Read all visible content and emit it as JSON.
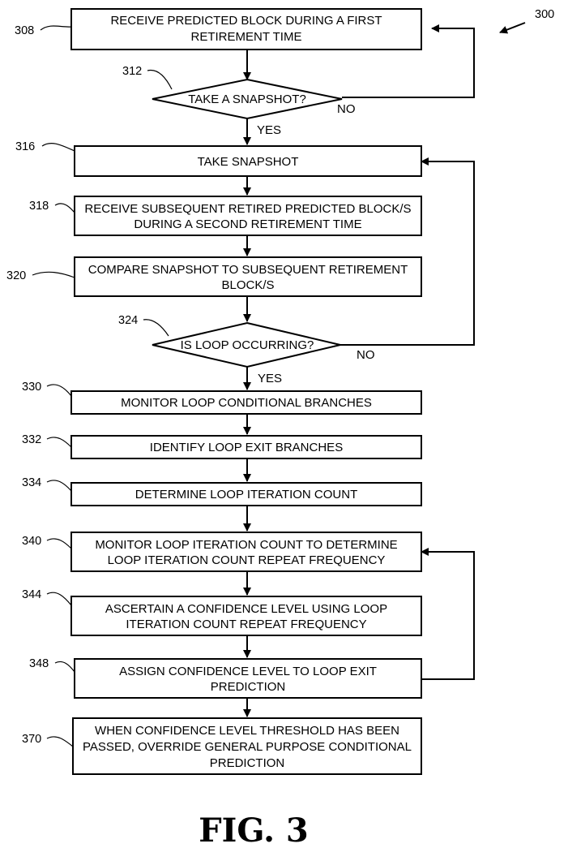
{
  "figure": {
    "id": "300",
    "caption": "FIG. 3"
  },
  "steps": [
    {
      "ref": "308",
      "lines": [
        "RECEIVE PREDICTED BLOCK DURING A FIRST",
        "RETIREMENT TIME"
      ]
    },
    {
      "ref": "312",
      "lines": [
        "TAKE A SNAPSHOT?"
      ],
      "decision": true,
      "no_label": "NO",
      "yes_label": "YES"
    },
    {
      "ref": "316",
      "lines": [
        "TAKE SNAPSHOT"
      ]
    },
    {
      "ref": "318",
      "lines": [
        "RECEIVE SUBSEQUENT RETIRED PREDICTED BLOCK/S",
        "DURING A SECOND RETIREMENT TIME"
      ]
    },
    {
      "ref": "320",
      "lines": [
        "COMPARE SNAPSHOT TO SUBSEQUENT RETIREMENT",
        "BLOCK/S"
      ]
    },
    {
      "ref": "324",
      "lines": [
        "IS LOOP OCCURRING?"
      ],
      "decision": true,
      "no_label": "NO",
      "yes_label": "YES"
    },
    {
      "ref": "330",
      "lines": [
        "MONITOR LOOP CONDITIONAL BRANCHES"
      ]
    },
    {
      "ref": "332",
      "lines": [
        "IDENTIFY LOOP EXIT BRANCHES"
      ]
    },
    {
      "ref": "334",
      "lines": [
        "DETERMINE LOOP ITERATION COUNT"
      ]
    },
    {
      "ref": "340",
      "lines": [
        "MONITOR LOOP ITERATION COUNT TO DETERMINE",
        "LOOP ITERATION COUNT REPEAT FREQUENCY"
      ]
    },
    {
      "ref": "344",
      "lines": [
        "ASCERTAIN A CONFIDENCE LEVEL USING LOOP",
        "ITERATION COUNT REPEAT FREQUENCY"
      ]
    },
    {
      "ref": "348",
      "lines": [
        "ASSIGN CONFIDENCE LEVEL TO LOOP EXIT",
        "PREDICTION"
      ]
    },
    {
      "ref": "370",
      "lines": [
        "WHEN CONFIDENCE LEVEL THRESHOLD HAS BEEN",
        "PASSED, OVERRIDE GENERAL PURPOSE CONDITIONAL",
        "PREDICTION"
      ]
    }
  ]
}
